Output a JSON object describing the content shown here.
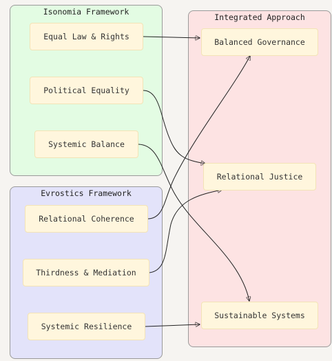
{
  "groups": {
    "isonomia": {
      "title": "Isonomia Framework",
      "color": "#e3fce3",
      "nodes": [
        "Equal Law & Rights",
        "Political Equality",
        "Systemic Balance"
      ]
    },
    "evrostics": {
      "title": "Evrostics Framework",
      "color": "#e3e3fa",
      "nodes": [
        "Relational Coherence",
        "Thirdness & Mediation",
        "Systemic Resilience"
      ]
    },
    "integrated": {
      "title": "Integrated Approach",
      "color": "#fde3e3",
      "nodes": [
        "Balanced Governance",
        "Relational Justice",
        "Sustainable Systems"
      ]
    }
  },
  "edges": [
    {
      "from": "Equal Law & Rights",
      "to": "Balanced Governance"
    },
    {
      "from": "Political Equality",
      "to": "Relational Justice"
    },
    {
      "from": "Systemic Balance",
      "to": "Sustainable Systems"
    },
    {
      "from": "Relational Coherence",
      "to": "Balanced Governance"
    },
    {
      "from": "Thirdness & Mediation",
      "to": "Relational Justice"
    },
    {
      "from": "Systemic Resilience",
      "to": "Sustainable Systems"
    }
  ]
}
